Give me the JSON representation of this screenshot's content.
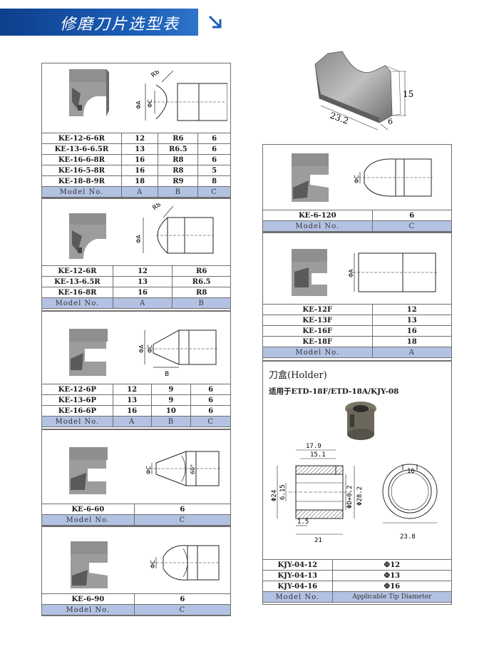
{
  "header": {
    "title": "修磨刀片选型表"
  },
  "dims": {
    "r8": "R8",
    "phi_a": "ΦA",
    "phi_c": "ΦC",
    "b": "B",
    "angle60": "60°",
    "iso_15": "15",
    "iso_232": "23.2",
    "iso_6": "6"
  },
  "table1": {
    "rows": [
      [
        "KE-12-6-6R",
        "12",
        "R6",
        "6"
      ],
      [
        "KE-13-6-6.5R",
        "13",
        "R6.5",
        "6"
      ],
      [
        "KE-16-6-8R",
        "16",
        "R8",
        "6"
      ],
      [
        "KE-16-5-8R",
        "16",
        "R8",
        "5"
      ],
      [
        "KE-18-8-9R",
        "18",
        "R9",
        "8"
      ]
    ],
    "model": [
      "Model No.",
      "A",
      "B",
      "C"
    ]
  },
  "table2": {
    "rows": [
      [
        "KE-12-6R",
        "12",
        "R6"
      ],
      [
        "KE-13-6.5R",
        "13",
        "R6.5"
      ],
      [
        "KE-16-8R",
        "16",
        "R8"
      ]
    ],
    "model": [
      "Model No.",
      "A",
      "B"
    ]
  },
  "table3": {
    "rows": [
      [
        "KE-12-6P",
        "12",
        "9",
        "6"
      ],
      [
        "KE-13-6P",
        "13",
        "9",
        "6"
      ],
      [
        "KE-16-6P",
        "16",
        "10",
        "6"
      ]
    ],
    "model": [
      "Model No.",
      "A",
      "B",
      "C"
    ]
  },
  "table4": {
    "row": [
      "KE-6-60",
      "6"
    ],
    "model": [
      "Model No.",
      "C"
    ]
  },
  "table5": {
    "row": [
      "KE-6-90",
      "6"
    ],
    "model": [
      "Model No.",
      "C"
    ]
  },
  "table6": {
    "row": [
      "KE-6-120",
      "6"
    ],
    "model": [
      "Model No.",
      "C"
    ]
  },
  "table7": {
    "rows": [
      [
        "KE-12F",
        "12"
      ],
      [
        "KE-13F",
        "13"
      ],
      [
        "KE-16F",
        "16"
      ],
      [
        "KE-18F",
        "18"
      ]
    ],
    "model": [
      "Model No.",
      "A"
    ]
  },
  "holder": {
    "title": "刀盒(Holder)",
    "subtitle": "适用于ETD-18F/ETD-18A/KJY-08",
    "dims": {
      "d179": "17.9",
      "d151": "15.1",
      "d24": "Φ24",
      "d615": "6.15",
      "dd": "ΦD+0.2",
      "d282": "Φ28.2",
      "d15": "1.5",
      "d21": "21",
      "d238": "23.8",
      "d16": "16"
    },
    "rows": [
      [
        "KJY-04-12",
        "Φ12"
      ],
      [
        "KJY-04-13",
        "Φ13"
      ],
      [
        "KJY-04-16",
        "Φ16"
      ]
    ],
    "model": [
      "Model No.",
      "Applicable Tip Diameter"
    ]
  }
}
